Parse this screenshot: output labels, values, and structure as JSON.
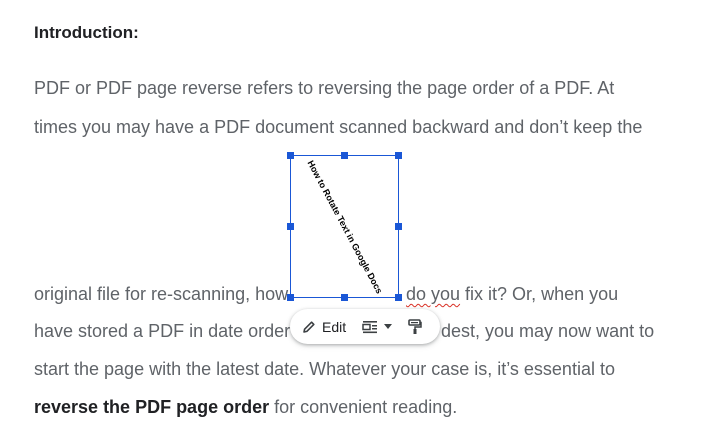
{
  "doc": {
    "heading": "Introduction:",
    "line1": "PDF or PDF page reverse refers to reversing the page order of a PDF. At",
    "line2": "times you may have a PDF document scanned backward and don’t keep the",
    "line3_left": "original file for re-scanning, how",
    "line3_right_a": "do you",
    "line3_right_b": " fix it? Or, when you",
    "line4_left": "have stored a PDF in date order",
    "line4_right": "dest, you may now want to",
    "line5": "start the page with the latest date. Whatever your case is, it’s essential to",
    "line6_bold": "reverse the PDF page order",
    "line6_rest": " for convenient reading."
  },
  "drawing": {
    "text": "How to Rotate Text in Google Docs"
  },
  "toolbar": {
    "edit_label": "Edit",
    "edit_icon": "pencil-icon",
    "wrap_icon": "wrap-text-icon",
    "paint_icon": "paint-format-icon"
  },
  "colors": {
    "body_text": "#5f6368",
    "bold_text": "#202124",
    "selection": "#1a57d6",
    "spellcheck": "#d93025"
  }
}
